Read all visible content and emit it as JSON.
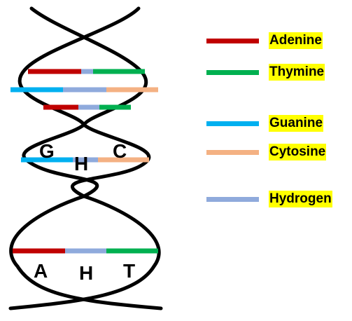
{
  "colors": {
    "adenine": "#c00000",
    "thymine": "#00b050",
    "guanine": "#00b0f0",
    "cytosine": "#f4b183",
    "hydrogen": "#8faadc",
    "backbone": "#000000",
    "legend_highlight": "#ffff00"
  },
  "legend": {
    "items": [
      {
        "label": "Adenine",
        "color_key": "adenine"
      },
      {
        "label": "Thymine",
        "color_key": "thymine"
      },
      {
        "label": "Guanine",
        "color_key": "guanine"
      },
      {
        "label": "Cytosine",
        "color_key": "cytosine"
      },
      {
        "label": "Hydrogen",
        "color_key": "hydrogen"
      }
    ]
  },
  "labels": {
    "g": "G",
    "h_upper": "H",
    "c": "C",
    "a": "A",
    "h_lower": "H",
    "t": "T"
  }
}
